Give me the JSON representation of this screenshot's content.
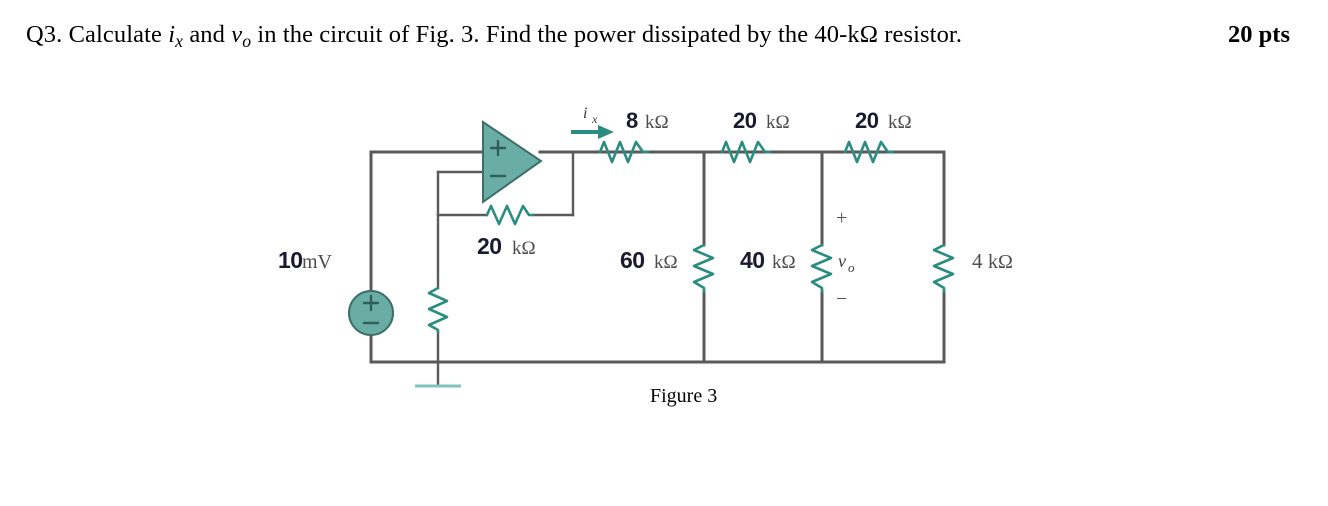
{
  "question": {
    "prefix": "Q3. Calculate ",
    "var_current": "i",
    "var_current_sub": "x",
    "mid1": " and ",
    "var_voltage": "v",
    "var_voltage_sub": "o",
    "mid2": " in the circuit of Fig. 3.  Find the power dissipated by the 40-kΩ resistor.",
    "points": "20 pts"
  },
  "figure": {
    "caption": "Figure 3"
  },
  "colors": {
    "teal_fill": "#6aada4",
    "teal_stroke": "#2b8c82",
    "wire": "#595959",
    "ground": "#7fc3bb",
    "label_dark": "#1a1a30"
  },
  "circuit": {
    "source": {
      "name": "independent-voltage-source",
      "value": "10",
      "unit": "mV",
      "plus": "+",
      "minus": "−"
    },
    "opamp": {
      "name": "operational-amplifier",
      "noninverting_sign": "+",
      "inverting_sign": "−"
    },
    "current_label": {
      "symbol": "i",
      "subscript": "x"
    },
    "output_voltage_label": {
      "symbol": "v",
      "subscript": "o",
      "plus": "+",
      "minus": "−"
    },
    "resistors": [
      {
        "id": "r-feedback-20k",
        "value": "20",
        "unit": "kΩ",
        "orientation": "horizontal",
        "position": "opamp-feedback"
      },
      {
        "id": "r-input-20k",
        "value": "",
        "unit": "",
        "orientation": "vertical",
        "position": "inverting-input-to-ground"
      },
      {
        "id": "r-series-8k",
        "value": "8",
        "unit": "kΩ",
        "orientation": "horizontal",
        "position": "top-rail-first"
      },
      {
        "id": "r-series-20k-a",
        "value": "20",
        "unit": "kΩ",
        "orientation": "horizontal",
        "position": "top-rail-second"
      },
      {
        "id": "r-series-20k-b",
        "value": "20",
        "unit": "kΩ",
        "orientation": "horizontal",
        "position": "top-rail-third"
      },
      {
        "id": "r-shunt-60k",
        "value": "60",
        "unit": "kΩ",
        "orientation": "vertical",
        "position": "shunt-first"
      },
      {
        "id": "r-shunt-40k",
        "value": "40",
        "unit": "kΩ",
        "orientation": "vertical",
        "position": "shunt-second"
      },
      {
        "id": "r-shunt-4k",
        "value": "4",
        "unit": "kΩ",
        "orientation": "vertical",
        "position": "shunt-third"
      }
    ],
    "labels": {
      "r_feedback_value": "20",
      "r_feedback_unit": "kΩ",
      "r_8k_value": "8",
      "r_8k_unit": "kΩ",
      "r_20ka_value": "20",
      "r_20ka_unit": "kΩ",
      "r_20kb_value": "20",
      "r_20kb_unit": "kΩ",
      "r_60k_value": "60",
      "r_60k_unit": "kΩ",
      "r_40k_value": "40",
      "r_40k_unit": "kΩ",
      "r_4k_value": "4",
      "r_4k_unit": "kΩ",
      "source_value": "10",
      "source_unit": "mV"
    },
    "ground": {
      "name": "ground-symbol"
    }
  }
}
